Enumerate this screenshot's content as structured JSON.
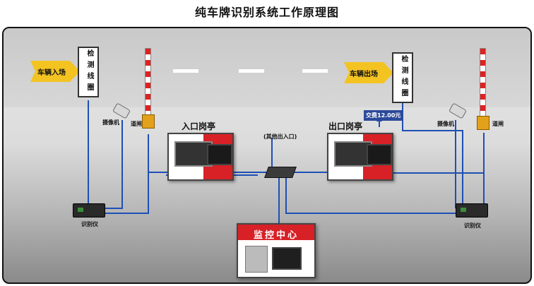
{
  "title": "纯车牌识别系统工作原理图",
  "entry_arrow": "车辆入场",
  "exit_arrow": "车辆出场",
  "loop_label": "检测线圈",
  "camera_label": "摄像机",
  "gate_label": "道闸",
  "entry_booth": "入口岗亭",
  "exit_booth": "出口岗亭",
  "switch_label": "(其他出入口)",
  "fee_display": "交费12.00元",
  "recognizer_label": "识别仪",
  "monitor_center": "监控中心",
  "colors": {
    "booth_red": "#d72127",
    "wire_blue": "#1e4fb4",
    "arrow_yellow": "#f3c322"
  }
}
